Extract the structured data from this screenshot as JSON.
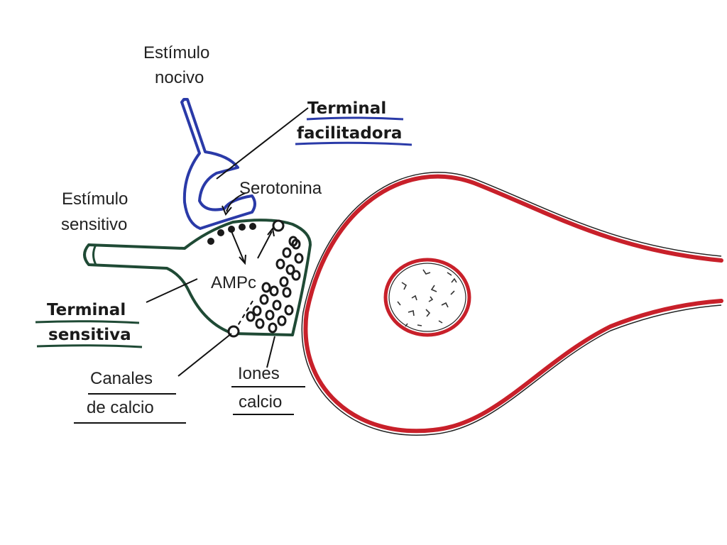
{
  "labels": {
    "noxious_stimulus": [
      "Estímulo",
      "nocivo"
    ],
    "facilitating_terminal": [
      "Terminal",
      "facilitadora"
    ],
    "serotonin": "Serotonina",
    "sensory_stimulus": [
      "Estímulo",
      "sensitivo"
    ],
    "camp": "AMPc",
    "sensory_terminal": [
      "Terminal",
      "sensitiva"
    ],
    "calcium_channels": [
      "Canales",
      "de calcio"
    ],
    "calcium_ions": [
      "Iones",
      "calcio"
    ]
  },
  "colors": {
    "facilitating_terminal": "#2a3aa8",
    "sensory_terminal": "#1f4a35",
    "neuron": "#c8202a",
    "leader_line": "#111111",
    "nucleus_speckle": "#333333"
  }
}
